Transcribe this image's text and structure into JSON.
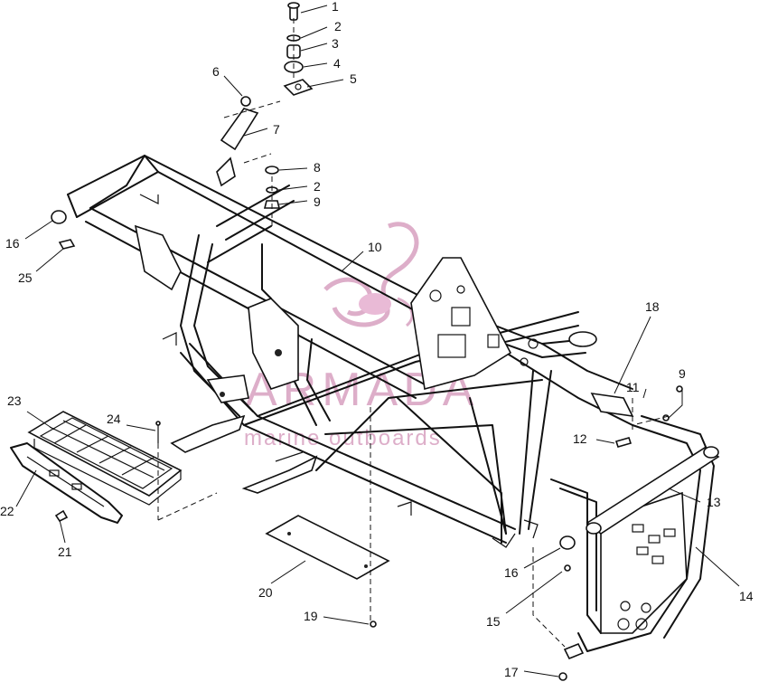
{
  "watermark": {
    "brand": "ARMADA",
    "tagline": "marine outboards",
    "color": "#d8a0c0"
  },
  "callouts": {
    "c1": "1",
    "c2a": "2",
    "c3": "3",
    "c4": "4",
    "c5": "5",
    "c6": "6",
    "c7": "7",
    "c8": "8",
    "c2b": "2",
    "c9a": "9",
    "c10": "10",
    "c16a": "16",
    "c25": "25",
    "c18": "18",
    "c9b": "9",
    "c11": "11",
    "c12": "12",
    "c23": "23",
    "c24": "24",
    "c13": "13",
    "c22": "22",
    "c21": "21",
    "c16b": "16",
    "c14": "14",
    "c15": "15",
    "c20": "20",
    "c19": "19",
    "c17": "17"
  }
}
